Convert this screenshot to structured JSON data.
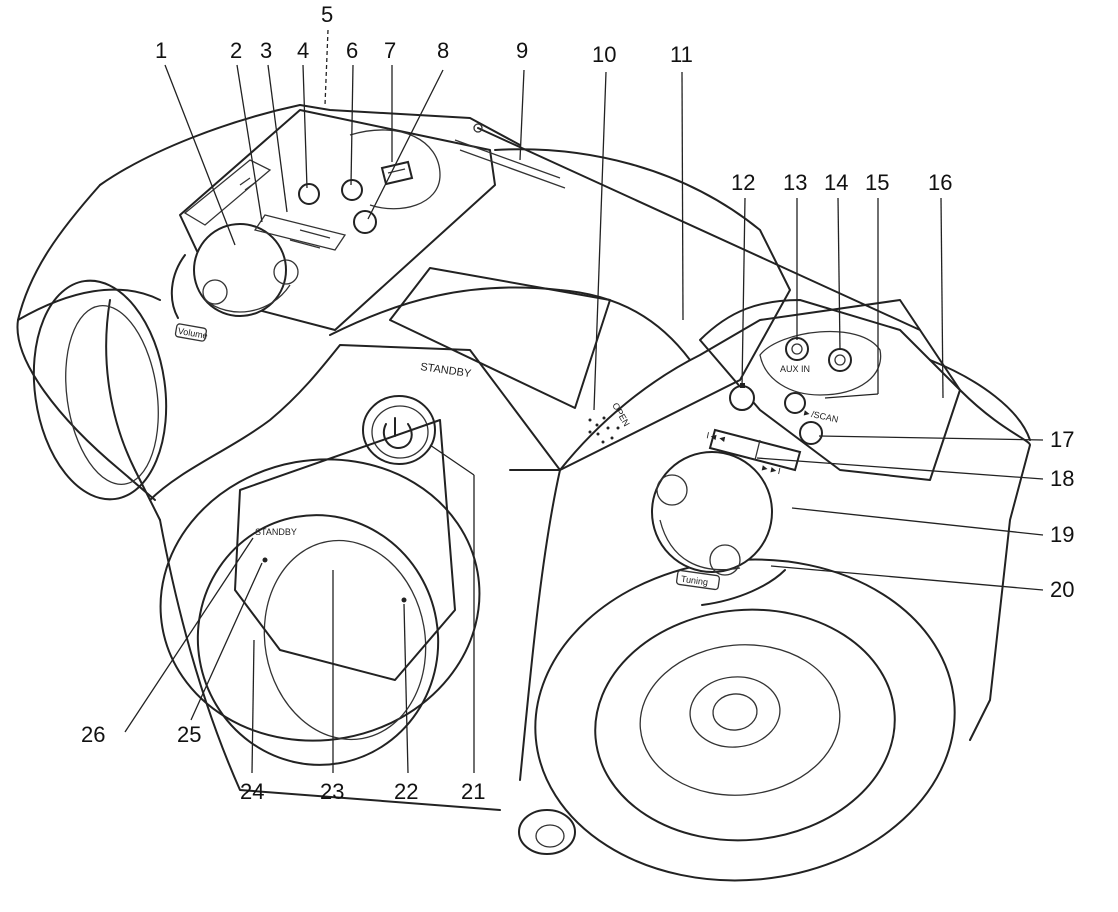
{
  "callouts": [
    {
      "n": "1"
    },
    {
      "n": "2"
    },
    {
      "n": "3"
    },
    {
      "n": "4"
    },
    {
      "n": "5"
    },
    {
      "n": "6"
    },
    {
      "n": "7"
    },
    {
      "n": "8"
    },
    {
      "n": "9"
    },
    {
      "n": "10"
    },
    {
      "n": "11"
    },
    {
      "n": "12"
    },
    {
      "n": "13"
    },
    {
      "n": "14"
    },
    {
      "n": "15"
    },
    {
      "n": "16"
    },
    {
      "n": "17"
    },
    {
      "n": "18"
    },
    {
      "n": "19"
    },
    {
      "n": "20"
    },
    {
      "n": "21"
    },
    {
      "n": "22"
    },
    {
      "n": "23"
    },
    {
      "n": "24"
    },
    {
      "n": "25"
    },
    {
      "n": "26"
    }
  ],
  "device_labels": {
    "standby_top": "STANDBY",
    "standby_display": "STANDBY",
    "open": "OPEN",
    "tuning": "Tuning",
    "volume": "Volume",
    "scan": "►/SCAN",
    "aux_in": "AUX IN",
    "prev": "I◄◄",
    "next": "►►I"
  }
}
